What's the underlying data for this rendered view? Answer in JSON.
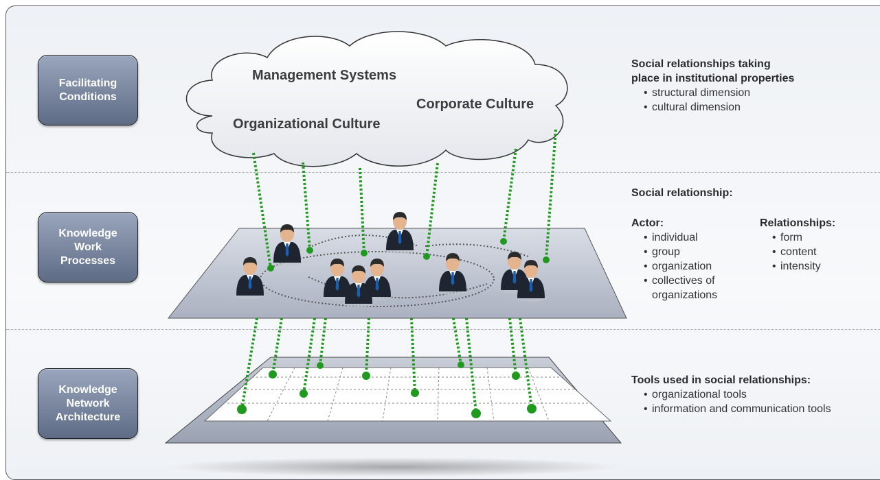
{
  "layers": [
    {
      "label_lines": [
        "Facilitating",
        "Conditions"
      ]
    },
    {
      "label_lines": [
        "Knowledge",
        "Work",
        "Processes"
      ]
    },
    {
      "label_lines": [
        "Knowledge",
        "Network",
        "Architecture"
      ]
    }
  ],
  "cloud": {
    "labels": [
      "Management Systems",
      "Corporate Culture",
      "Organizational Culture"
    ]
  },
  "descriptions": {
    "top": {
      "heading_lines": [
        "Social relationships taking",
        "place in institutional properties"
      ],
      "items": [
        "structural dimension",
        "cultural dimension"
      ]
    },
    "middle": {
      "heading": "Social relationship:",
      "actor": {
        "title": "Actor:",
        "items": [
          "individual",
          "group",
          "organization",
          "collectives of organizations"
        ]
      },
      "relationships": {
        "title": "Relationships:",
        "items": [
          "form",
          "content",
          "intensity"
        ]
      }
    },
    "bottom": {
      "heading": "Tools used in social relationships:",
      "items": [
        "organizational tools",
        "information and communication tools"
      ]
    }
  },
  "colors": {
    "connector": "#1f9a1f",
    "layer_box": "#6f7b95",
    "plane": "#c4cad6"
  },
  "icons": {
    "people": "business-person-icon"
  }
}
